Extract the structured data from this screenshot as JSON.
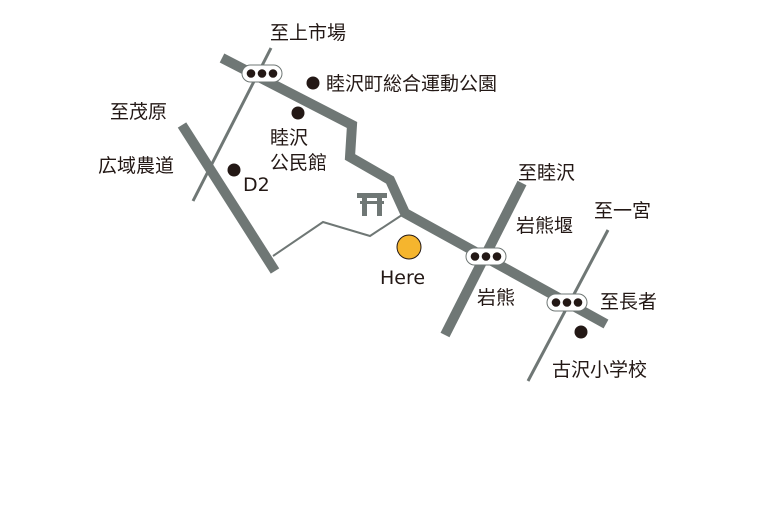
{
  "labels": {
    "to_kamiichiba": "至上市場",
    "to_shigehara": "至茂原",
    "hirosaki_farm_road": "広域農道",
    "mutsuzawa_park": "睦沢町総合運動公園",
    "community_hall_line1": "睦沢",
    "community_hall_line2": "公民館",
    "d2": "D2",
    "here": "Here",
    "to_mutsuzawa": "至睦沢",
    "iwakuma_weir": "岩熊堰",
    "to_ichinomiya": "至一宮",
    "iwakuma": "岩熊",
    "to_chojya": "至長者",
    "furusawa_school": "古沢小学校"
  },
  "colors": {
    "road": "#6f7775",
    "here_marker": "#f5b52e",
    "poi": "#231815"
  }
}
